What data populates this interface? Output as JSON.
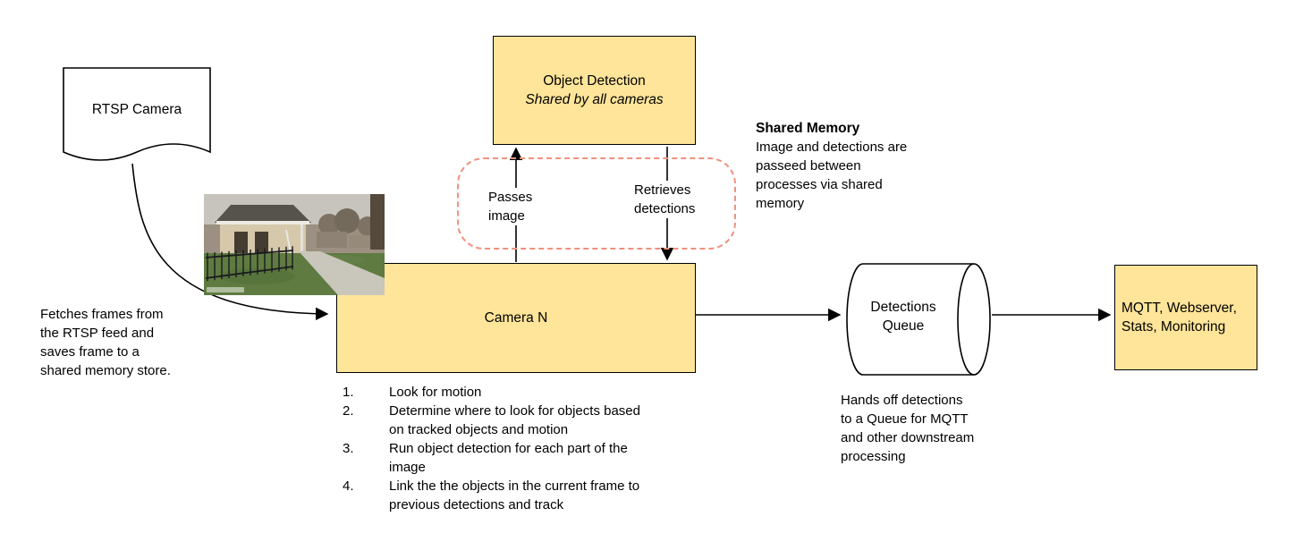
{
  "colors": {
    "canvas-bg": "#ffffff",
    "node-fill": "#ffe599",
    "node-stroke": "#000000",
    "shared-memory-stroke": "#f0917e",
    "arrow": "#000000"
  },
  "nodes": {
    "rtsp_camera": {
      "label": "RTSP Camera"
    },
    "object_detection": {
      "title": "Object Detection",
      "subtitle": "Shared by all cameras"
    },
    "camera_n": {
      "label": "Camera N"
    },
    "detections_queue": {
      "label": "Detections Queue"
    },
    "mqtt": {
      "label": "MQTT, Webserver, Stats, Monitoring"
    }
  },
  "edge_labels": {
    "passes_image": "Passes image",
    "retrieves_detections": "Retrieves detections"
  },
  "notes": {
    "fetch": "Fetches frames from the RTSP feed and saves frame to a shared memory store.",
    "shared_memory_title": "Shared Memory",
    "shared_memory_body": "Image and detections are passeed between processes via shared memory",
    "queue_handoff": "Hands off detections to a Queue for MQTT and other downstream processing"
  },
  "camera_steps": [
    {
      "num": "1.",
      "text": "Look for motion"
    },
    {
      "num": "2.",
      "text": "Determine where to look for objects based on tracked objects and motion"
    },
    {
      "num": "3.",
      "text": "Run object detection for each part of the image"
    },
    {
      "num": "4.",
      "text": "Link the the objects in the current frame to previous detections and track"
    }
  ]
}
